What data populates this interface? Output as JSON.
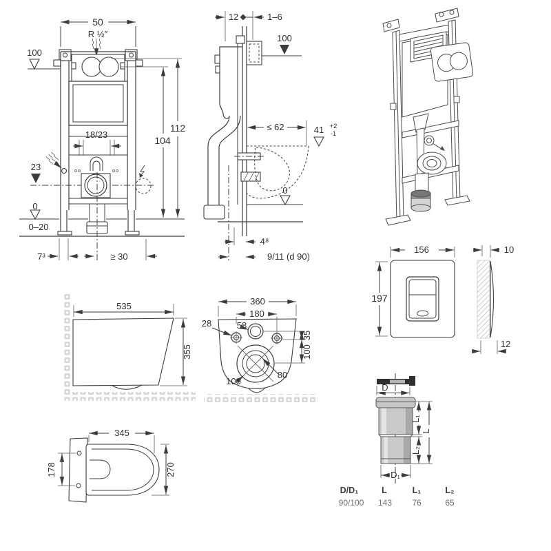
{
  "front_view": {
    "width": "50",
    "inlet": "R ½″",
    "level_top": "100",
    "height_total": "112",
    "height_actuator": "104",
    "bolt_spacing": "18/23",
    "drain_height": "23",
    "floor_level": "0",
    "floor_buildup": "0–20",
    "foot_width": "7³",
    "side_clearance": "≥ 30"
  },
  "side_view": {
    "frame_depth": "12",
    "plate_range": "1–6",
    "level_top": "100",
    "pan_depth": "≤ 62",
    "rim_height": "41",
    "rim_tol_plus": "+2",
    "rim_tol_minus": "-1",
    "floor_level": "0",
    "wall_offset": "4⁸",
    "drain_offset": "9/11 (d 90)"
  },
  "flush_plate": {
    "width": "156",
    "height": "197",
    "thickness_top": "10",
    "thickness_bottom": "12"
  },
  "pan_side": {
    "depth": "535",
    "height": "355"
  },
  "pan_rear": {
    "width": "360",
    "bolt_spacing": "180",
    "hole_offset": "28",
    "inlet_dia": "58",
    "inlet_drop": "35",
    "drain_drop": "100",
    "drain_inner": "80",
    "drain_outer": "100"
  },
  "seat": {
    "depth": "345",
    "hinge_spacing": "178",
    "width": "270"
  },
  "bend": {
    "d": "D",
    "d1": "D₁",
    "l": "L",
    "l1": "L₁",
    "l2": "L₂",
    "table": {
      "headers": [
        "D/D₁",
        "L",
        "L₁",
        "L₂"
      ],
      "values": [
        "90/100",
        "143",
        "76",
        "65"
      ]
    }
  }
}
